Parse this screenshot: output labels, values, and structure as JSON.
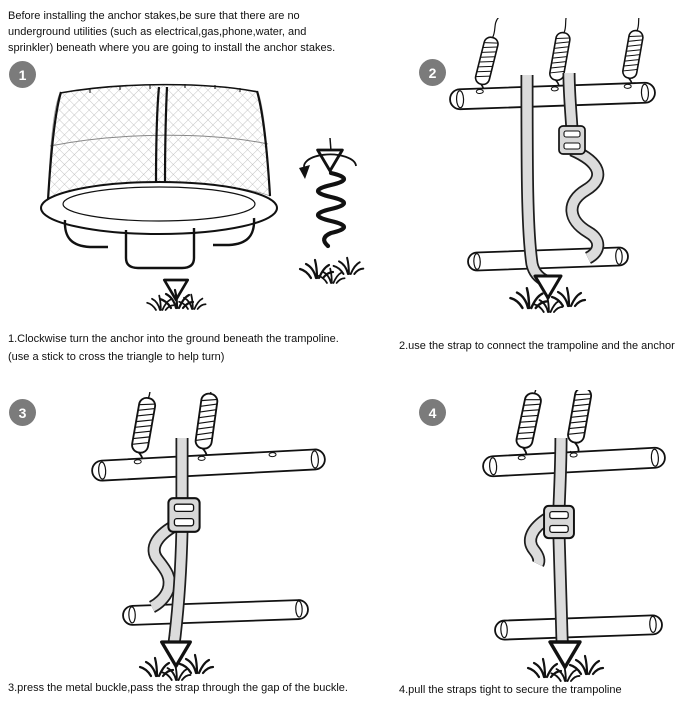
{
  "warning": {
    "line1": "Before installing the anchor stakes,be sure that there are no",
    "line2": "underground utilities (such as electrical,gas,phone,water, and",
    "line3": "sprinkler) beneath where you are going to install the anchor stakes."
  },
  "steps": [
    {
      "number": "1",
      "caption": "1.Clockwise turn the anchor into the ground beneath the trampoline.",
      "caption2": "(use a stick to cross the triangle to help turn)",
      "illustration": "trampoline-with-enclosure-net-and-spiral-ground-anchor"
    },
    {
      "number": "2",
      "caption": "2.use the strap to connect the trampoline and the anchor",
      "illustration": "strap-connecting-trampoline-frame-to-ground-anchor"
    },
    {
      "number": "3",
      "caption": "3.press the metal buckle,pass the strap through the gap of the buckle.",
      "illustration": "strap-threaded-through-metal-buckle"
    },
    {
      "number": "4",
      "caption": "4.pull the straps tight to secure the trampoline",
      "illustration": "strap-pulled-tight-to-anchor"
    }
  ],
  "colors": {
    "badge": "#7b7b7b",
    "line": "#111111",
    "strap": "#dcdcdc",
    "background": "#ffffff"
  }
}
